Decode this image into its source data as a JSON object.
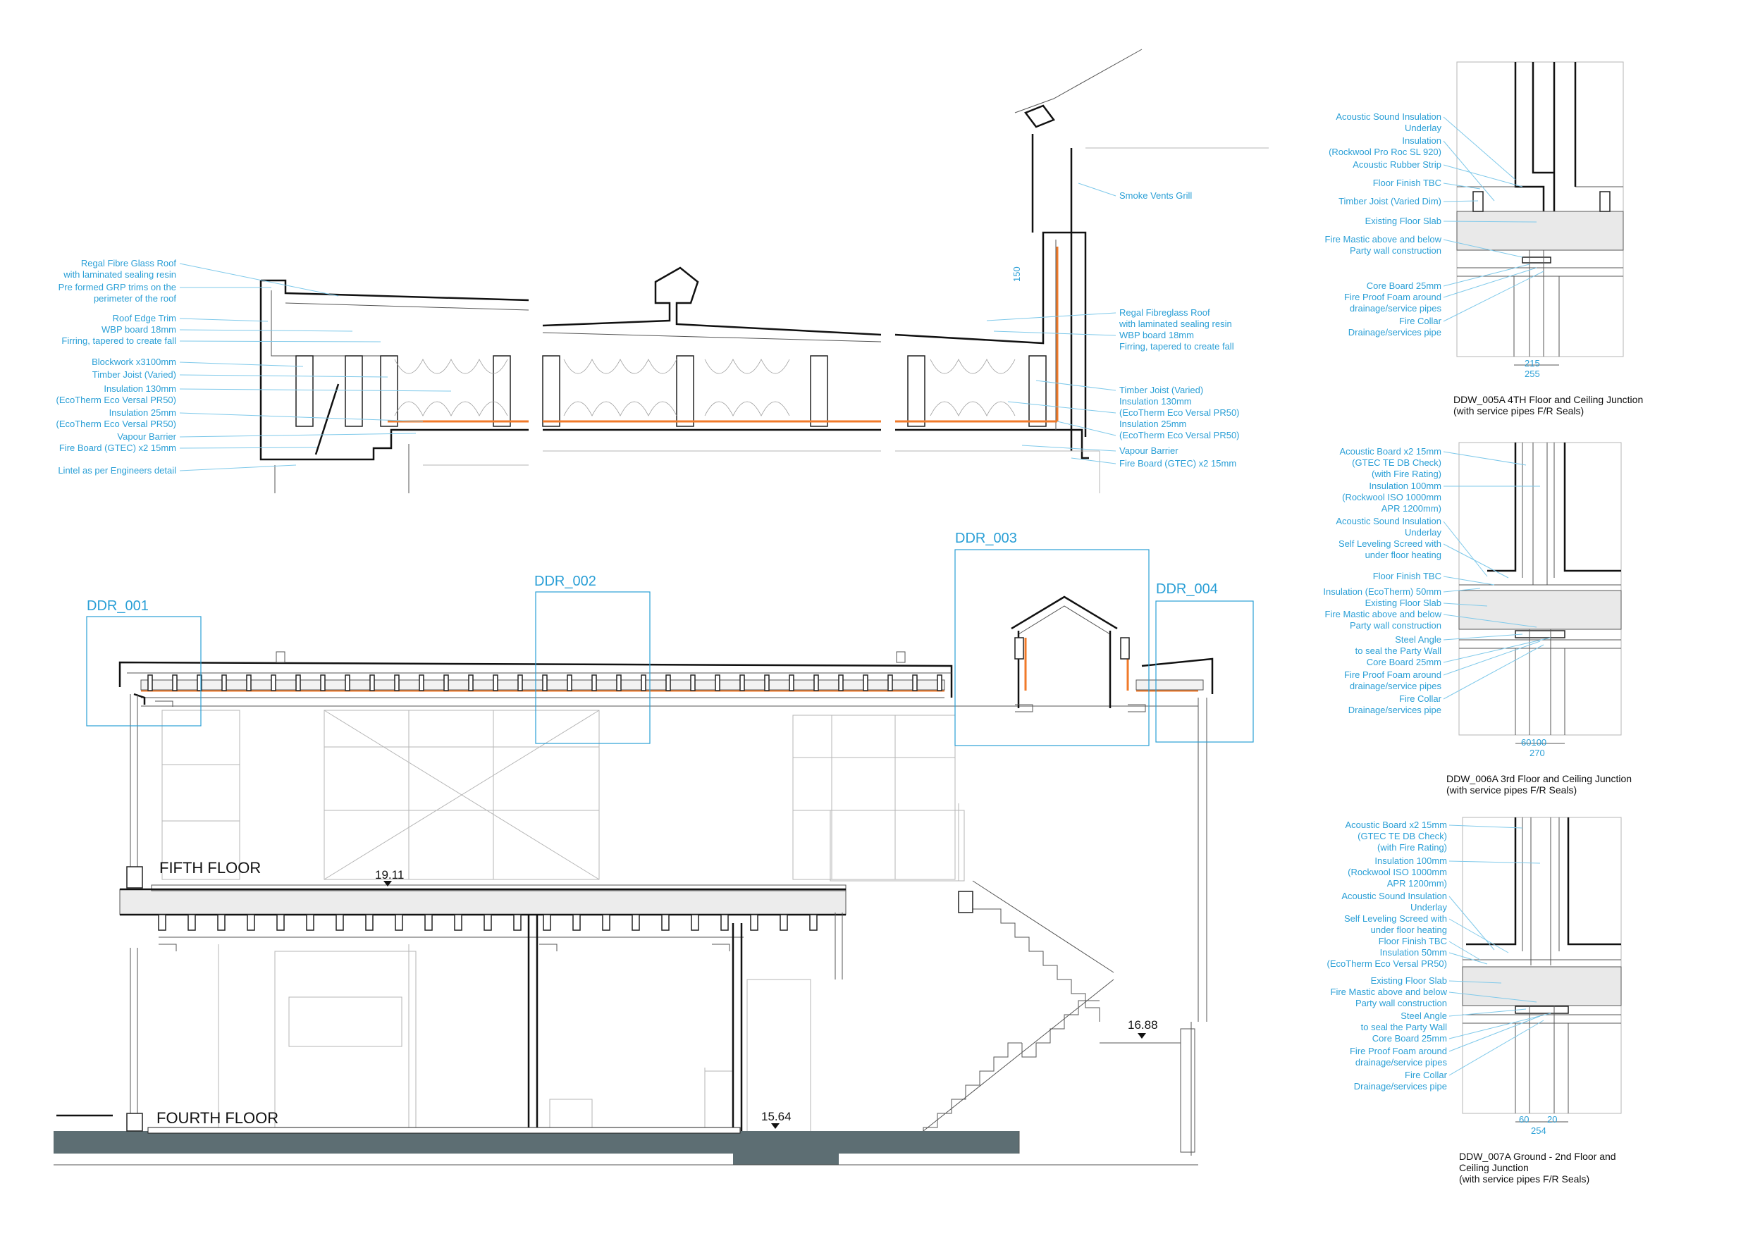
{
  "top_detail": {
    "left_labels": [
      "Regal Fibre Glass Roof",
      "with laminated sealing resin",
      "Pre formed GRP trims on the",
      "perimeter of the roof",
      "Roof Edge Trim",
      "WBP board 18mm",
      "Firring, tapered to create fall",
      "Blockwork x3100mm",
      "Timber Joist (Varied)",
      "Insulation 130mm",
      "(EcoTherm Eco Versal PR50)",
      "Insulation 25mm",
      "(EcoTherm Eco Versal PR50)",
      "Vapour Barrier",
      "Fire Board (GTEC) x2 15mm",
      "Lintel as per Engineers detail"
    ],
    "right_labels": [
      "Smoke Vents Grill",
      "Regal Fibreglass Roof",
      "with laminated sealing resin",
      "WBP board 18mm",
      "Firring, tapered to create fall",
      "Timber Joist (Varied)",
      "Insulation 130mm",
      "(EcoTherm Eco Versal PR50)",
      "Insulation 25mm",
      "(EcoTherm Eco Versal PR50)",
      "Vapour Barrier",
      "Fire Board (GTEC) x2 15mm"
    ],
    "dim_150": "150"
  },
  "section": {
    "ddr_001": "DDR_001",
    "ddr_002": "DDR_002",
    "ddr_003": "DDR_003",
    "ddr_004": "DDR_004",
    "fifth_floor": "FIFTH FLOOR",
    "fourth_floor": "FOURTH FLOOR",
    "level_1911": "19.11",
    "level_1688": "16.88",
    "level_1564": "15.64"
  },
  "ddw_005a": {
    "labels": [
      "Acoustic Sound Insulation",
      "Underlay",
      "Insulation",
      "(Rockwool Pro Roc SL 920)",
      "Acoustic Rubber Strip",
      "Floor Finish TBC",
      "Timber Joist (Varied Dim)",
      "Existing Floor Slab",
      "Fire Mastic above and below",
      "Party wall construction",
      "Core Board 25mm",
      "Fire Proof Foam around",
      "drainage/service pipes",
      "Fire Collar",
      "Drainage/services pipe"
    ],
    "dim_a": "215",
    "dim_b": "255",
    "caption_1": "DDW_005A 4TH Floor and Ceiling Junction",
    "caption_2": "(with service pipes F/R Seals)"
  },
  "ddw_006a": {
    "labels": [
      "Acoustic Board x2 15mm",
      "(GTEC TE DB Check)",
      "(with Fire Rating)",
      "Insulation 100mm",
      "(Rockwool ISO 1000mm",
      "APR 1200mm)",
      "Acoustic Sound Insulation",
      "Underlay",
      "Self Leveling Screed with",
      "under floor heating",
      "Floor Finish TBC",
      "Insulation (EcoTherm) 50mm",
      "Existing Floor Slab",
      "Fire Mastic above and below",
      "Party wall construction",
      "Steel Angle",
      "to seal the Party Wall",
      "Core Board 25mm",
      "Fire Proof Foam around",
      "drainage/service pipes",
      "Fire Collar",
      "Drainage/services pipe"
    ],
    "dim_a": "60100",
    "dim_b": "270",
    "caption_1": "DDW_006A 3rd Floor and Ceiling Junction",
    "caption_2": "(with service pipes F/R Seals)"
  },
  "ddw_007a": {
    "labels": [
      "Acoustic Board x2 15mm",
      "(GTEC TE DB Check)",
      "(with Fire Rating)",
      "Insulation 100mm",
      "(Rockwool ISO 1000mm",
      "APR 1200mm)",
      "Acoustic Sound Insulation",
      "Underlay",
      "Self Leveling Screed with",
      "under floor heating",
      "Floor Finish TBC",
      "Insulation 50mm",
      "(EcoTherm Eco Versal PR50)",
      "Existing Floor Slab",
      "Fire Mastic above and below",
      "Party wall construction",
      "Steel Angle",
      "to seal the Party Wall",
      "Core Board 25mm",
      "Fire Proof Foam around",
      "drainage/service pipes",
      "Fire Collar",
      "Drainage/services pipe"
    ],
    "dim_a": "60",
    "dim_b": "20",
    "dim_c": "254",
    "caption_1": "DDW_007A Ground - 2nd Floor and",
    "caption_2": "Ceiling Junction",
    "caption_3": "(with service pipes F/R Seals)"
  }
}
